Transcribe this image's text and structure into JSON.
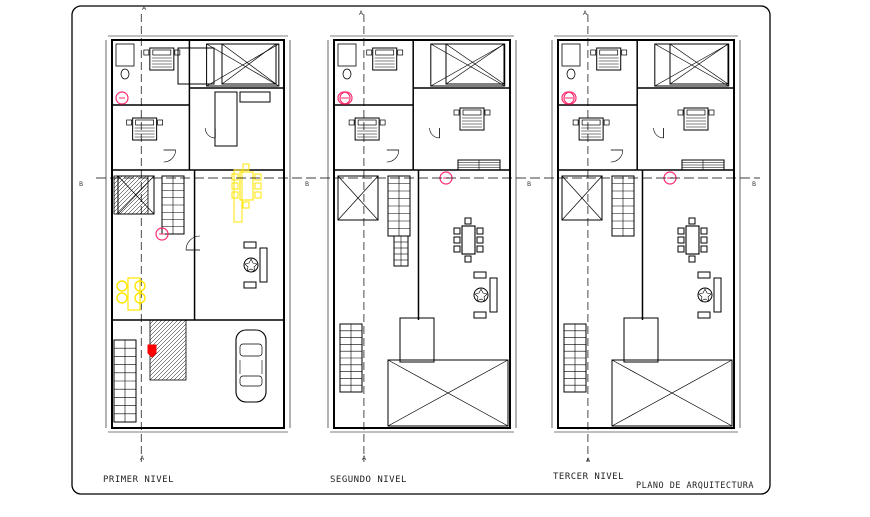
{
  "sheet_title": "PLANO DE ARQUITECTURA",
  "plans": [
    {
      "id": "primer",
      "label": "PRIMER NIVEL"
    },
    {
      "id": "segundo",
      "label": "SEGUNDO NIVEL"
    },
    {
      "id": "tercer",
      "label": "TERCER NIVEL"
    }
  ],
  "section_marks": {
    "a": "A",
    "b": "B"
  },
  "colors": {
    "line": "#000000",
    "furniture_highlight": "#ffe600",
    "marker": "#ff2a6d",
    "accent": "#ff0000"
  }
}
